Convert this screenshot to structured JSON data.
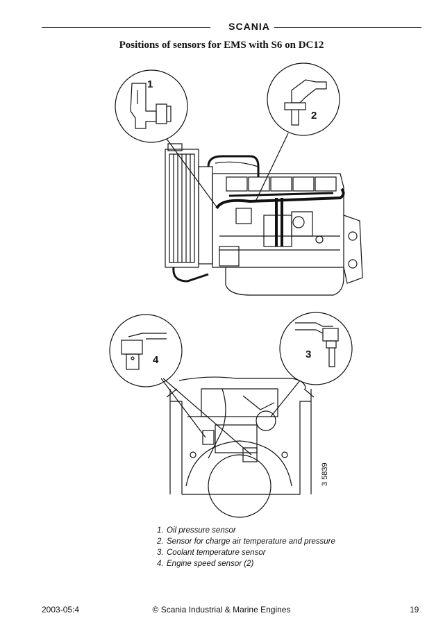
{
  "header": {
    "brand": "SCANIA"
  },
  "page_title": "Positions of sensors for EMS with S6 on DC12",
  "figure": {
    "callouts": [
      "1",
      "2",
      "3",
      "4"
    ],
    "ref_code": "3 5839"
  },
  "legend": [
    {
      "number": "1.",
      "text": "Oil pressure sensor"
    },
    {
      "number": "2.",
      "text": "Sensor for charge air temperature and pressure"
    },
    {
      "number": "3.",
      "text": "Coolant temperature sensor"
    },
    {
      "number": "4.",
      "text": "Engine speed sensor (2)"
    }
  ],
  "footer": {
    "date": "2003-05:4",
    "copyright": "© Scania Industrial & Marine Engines",
    "page_number": "19"
  }
}
